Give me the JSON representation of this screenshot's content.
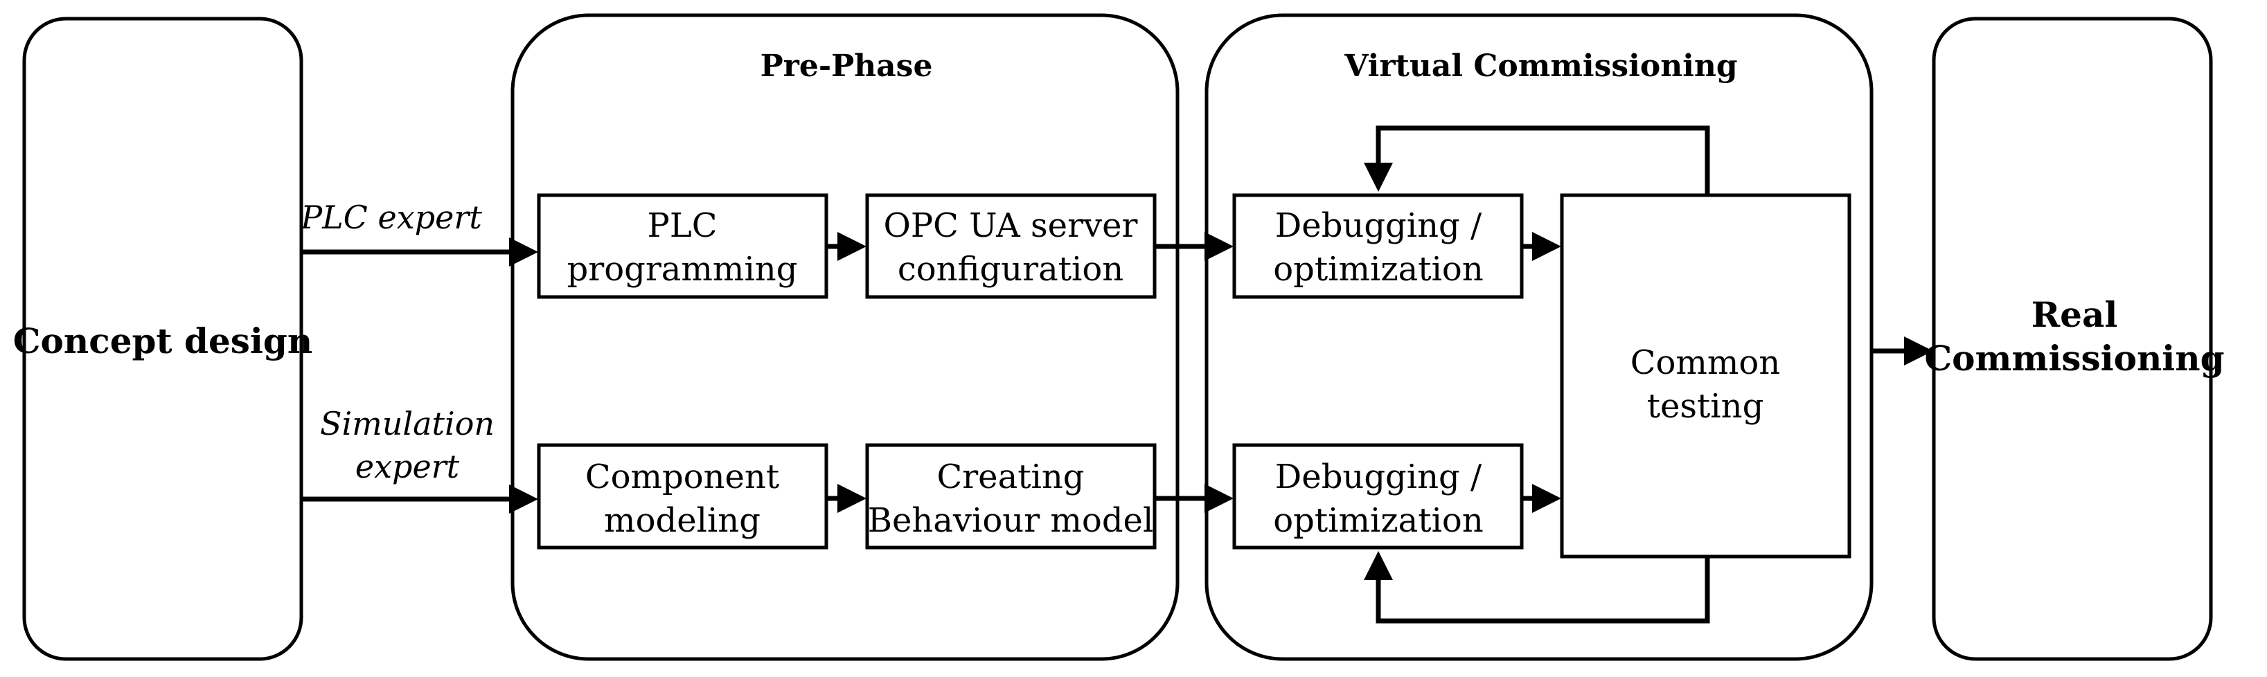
{
  "concept": {
    "label": "Concept design"
  },
  "pre_phase": {
    "title": "Pre-Phase",
    "plc_programming": {
      "line1": "PLC",
      "line2": "programming"
    },
    "opc_config": {
      "line1": "OPC UA server",
      "line2": "configuration"
    },
    "component_modeling": {
      "line1": "Component",
      "line2": "modeling"
    },
    "behaviour_model": {
      "line1": "Creating",
      "line2": "Behaviour model"
    }
  },
  "virtual": {
    "title": "Virtual Commissioning",
    "debug_top": {
      "line1": "Debugging /",
      "line2": "optimization"
    },
    "debug_bottom": {
      "line1": "Debugging /",
      "line2": "optimization"
    },
    "common_testing": {
      "line1": "Common",
      "line2": "testing"
    }
  },
  "real": {
    "line1": "Real",
    "line2": "Commissioning"
  },
  "roles": {
    "plc_expert": "PLC expert",
    "simulation_expert_line1": "Simulation",
    "simulation_expert_line2": "expert"
  }
}
